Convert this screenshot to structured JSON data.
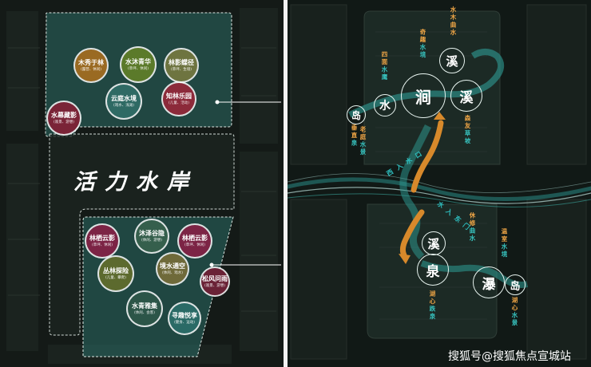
{
  "left_panel": {
    "title": "活力水岸",
    "top_group": [
      {
        "name": "木秀于林",
        "sub": "(露营、休闲)",
        "color": "#9a6a22"
      },
      {
        "name": "水沐青华",
        "sub": "(草坪、休闲)",
        "color": "#5b7a2a"
      },
      {
        "name": "林影蝶径",
        "sub": "(草坪、生境)",
        "color": "#6e7440"
      },
      {
        "name": "云庭水境",
        "sub": "(戏水、浅滩)",
        "color": "#2f6a64"
      },
      {
        "name": "知林乐园",
        "sub": "(儿童、活动)",
        "color": "#8c2a3a"
      },
      {
        "name": "水幕藏影",
        "sub": "(观景、游憩)",
        "color": "#7a2437"
      }
    ],
    "bottom_group": [
      {
        "name": "沐泽谷隐",
        "sub": "(休闲、游憩)",
        "color": "#355f4c"
      },
      {
        "name": "林栖云影",
        "sub": "(草坪、休闲)",
        "color": "#7c2445"
      },
      {
        "name": "林栖云影",
        "sub": "(草坪、休闲)",
        "color": "#7c2445"
      },
      {
        "name": "丛林探险",
        "sub": "(儿童、攀爬)",
        "color": "#5c6a2e"
      },
      {
        "name": "境水通空",
        "sub": "(休闲、戏水)",
        "color": "#6f6a3a"
      },
      {
        "name": "松风问雨",
        "sub": "(观景、游憩)",
        "color": "#6a2236"
      },
      {
        "name": "水青雅集",
        "sub": "(休闲、会客)",
        "color": "#2c5548"
      },
      {
        "name": "寻趣悦享",
        "sub": "(健身、运动)",
        "color": "#2a6a66"
      }
    ]
  },
  "right_panel": {
    "nodes": [
      {
        "label": "溪"
      },
      {
        "label": "涧"
      },
      {
        "label": "溪"
      },
      {
        "label": "水"
      },
      {
        "label": "岛"
      },
      {
        "label": "溪"
      },
      {
        "label": "泉"
      },
      {
        "label": "瀑"
      },
      {
        "label": "岛"
      }
    ],
    "vertical_labels": [
      {
        "a": "水木曲水",
        "b": ""
      },
      {
        "a": "奇趣",
        "b": "水境"
      },
      {
        "a": "四面",
        "b": "水鹰"
      },
      {
        "a": "垂直",
        "b": "泉"
      },
      {
        "a": "老庭",
        "b": "水景"
      },
      {
        "a": "森友",
        "b": "草坡"
      },
      {
        "a": "休修",
        "b": "曲水"
      },
      {
        "a": "温室",
        "b": "水境"
      },
      {
        "a": "湖心",
        "b": "跌泉"
      },
      {
        "a": "湖心",
        "b": "水景"
      }
    ],
    "flow_labels": [
      "西入水口",
      "水入东门"
    ]
  },
  "watermark": "搜狐号@搜狐焦点宣城站"
}
